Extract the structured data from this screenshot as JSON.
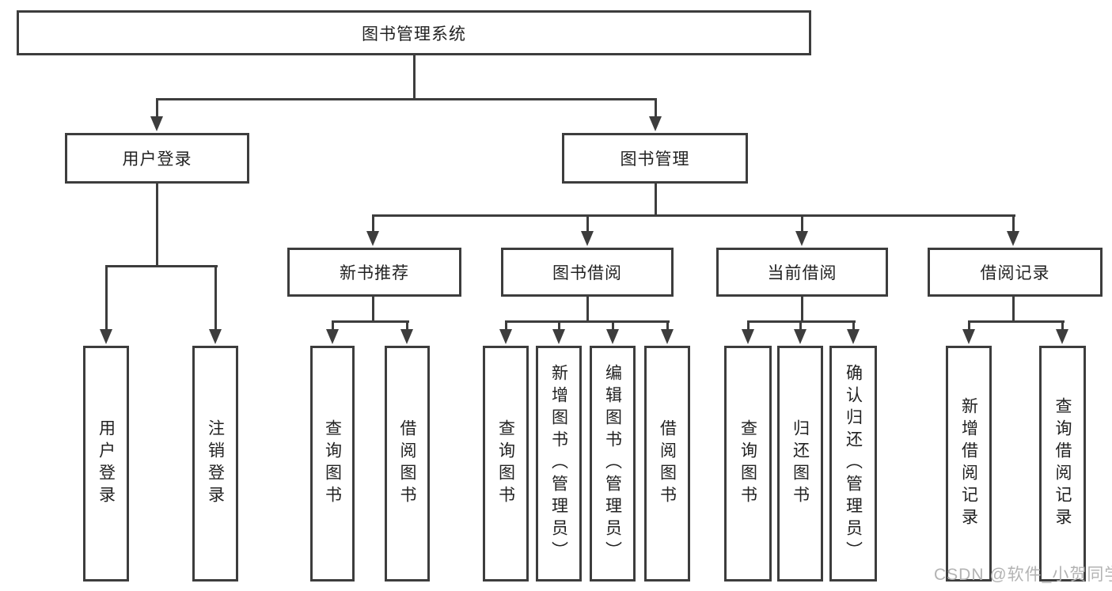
{
  "tree": {
    "root": {
      "label": "图书管理系统"
    },
    "user_login": {
      "label": "用户登录",
      "children": [
        {
          "label": "用户登录"
        },
        {
          "label": "注销登录"
        }
      ]
    },
    "book_management": {
      "label": "图书管理",
      "sections": [
        {
          "label": "新书推荐",
          "children": [
            {
              "label": "查询图书"
            },
            {
              "label": "借阅图书"
            }
          ]
        },
        {
          "label": "图书借阅",
          "children": [
            {
              "label": "查询图书"
            },
            {
              "label": "新增图书（管理员）"
            },
            {
              "label": "编辑图书（管理员）"
            },
            {
              "label": "借阅图书"
            }
          ]
        },
        {
          "label": "当前借阅",
          "children": [
            {
              "label": "查询图书"
            },
            {
              "label": "归还图书"
            },
            {
              "label": "确认归还（管理员）"
            }
          ]
        },
        {
          "label": "借阅记录",
          "children": [
            {
              "label": "新增借阅记录"
            },
            {
              "label": "查询借阅记录"
            }
          ]
        }
      ]
    }
  },
  "watermark": {
    "text": "CSDN @软件_小贺同学",
    "color": "#b3b3b3"
  },
  "colors": {
    "line": "#3d3d3d",
    "text": "#222222",
    "background": "#ffffff"
  }
}
